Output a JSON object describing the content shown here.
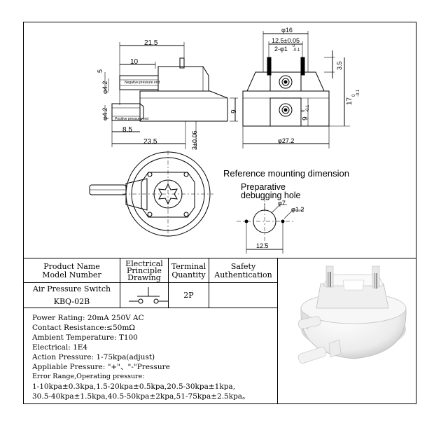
{
  "drawing": {
    "side_view": {
      "dim_overall_width": "21.5",
      "dim_tube_offset": "10",
      "dim_height_5": "5",
      "dim_tube_dia_top": "φ4.2",
      "dim_tube_dia_bottom": "φ4.2",
      "dim_tube_length": "8.5",
      "dim_base_width": "23.5",
      "dim_base_height": "9",
      "dim_thickness": "3±0.06",
      "label_negative": "Negative pressure end",
      "label_positive": "Positive pressure end"
    },
    "front_view": {
      "dim_top_width": "φ16",
      "dim_pin_spacing": "12.5±0.05",
      "dim_pin_tol": "2-φ1",
      "dim_pin_tol_upper": "0",
      "dim_pin_tol_lower": "-0.1",
      "dim_pin_height": "3.5",
      "dim_total_height": "17",
      "dim_total_height_upper": "0",
      "dim_total_height_lower": "-0.1",
      "dim_mid_height": "9",
      "dim_mid_height_upper": "0",
      "dim_mid_height_lower": "-0.1",
      "dim_base_dia": "φ27.2"
    },
    "reference_title": "Reference mounting dimension",
    "debug_label_line1": "Preparative",
    "debug_label_line2": "debugging hole",
    "mount_dim_hole": "φ7",
    "mount_dim_pin": "φ1.2",
    "mount_dim_spacing": "12.5"
  },
  "table": {
    "headers": {
      "product_name": [
        "Product Name",
        "Model Number"
      ],
      "electrical": [
        "Electrical",
        "Principle",
        "Drawing"
      ],
      "terminal": [
        "Terminal",
        "Quantity"
      ],
      "safety": [
        "Safety",
        "Authentication"
      ]
    },
    "product_name": "Air Pressure Switch",
    "model_number": "KBQ-02B",
    "terminal_value": "2P"
  },
  "specs": {
    "power_rating": "Power Rating: 20mA 250V AC",
    "contact_resistance": "Contact Resistance:≤50mΩ",
    "ambient_temperature": "Ambient Temperature: T100",
    "electrical": "Electrical: 1E4",
    "action_pressure": "Action Pressure: 1-75kpa(adjust)",
    "appliable_pressure": "Appliable Pressure: \"+\"、\"-\"Pressure",
    "error_range_title": "Error Range,Operating pressure:",
    "error_range_line1": "1-10kpa±0.3kpa,1.5-20kpa±0.5kpa,20.5-30kpa±1kpa,",
    "error_range_line2": "30.5-40kpa±1.5kpa,40.5-50kpa±2kpa,51-75kpa±2.5kpa。"
  },
  "colors": {
    "line": "#000000",
    "product_body": "#f4f4f4",
    "product_shadow": "#c8c8c8",
    "pin_metal": "#6b6b6b"
  }
}
